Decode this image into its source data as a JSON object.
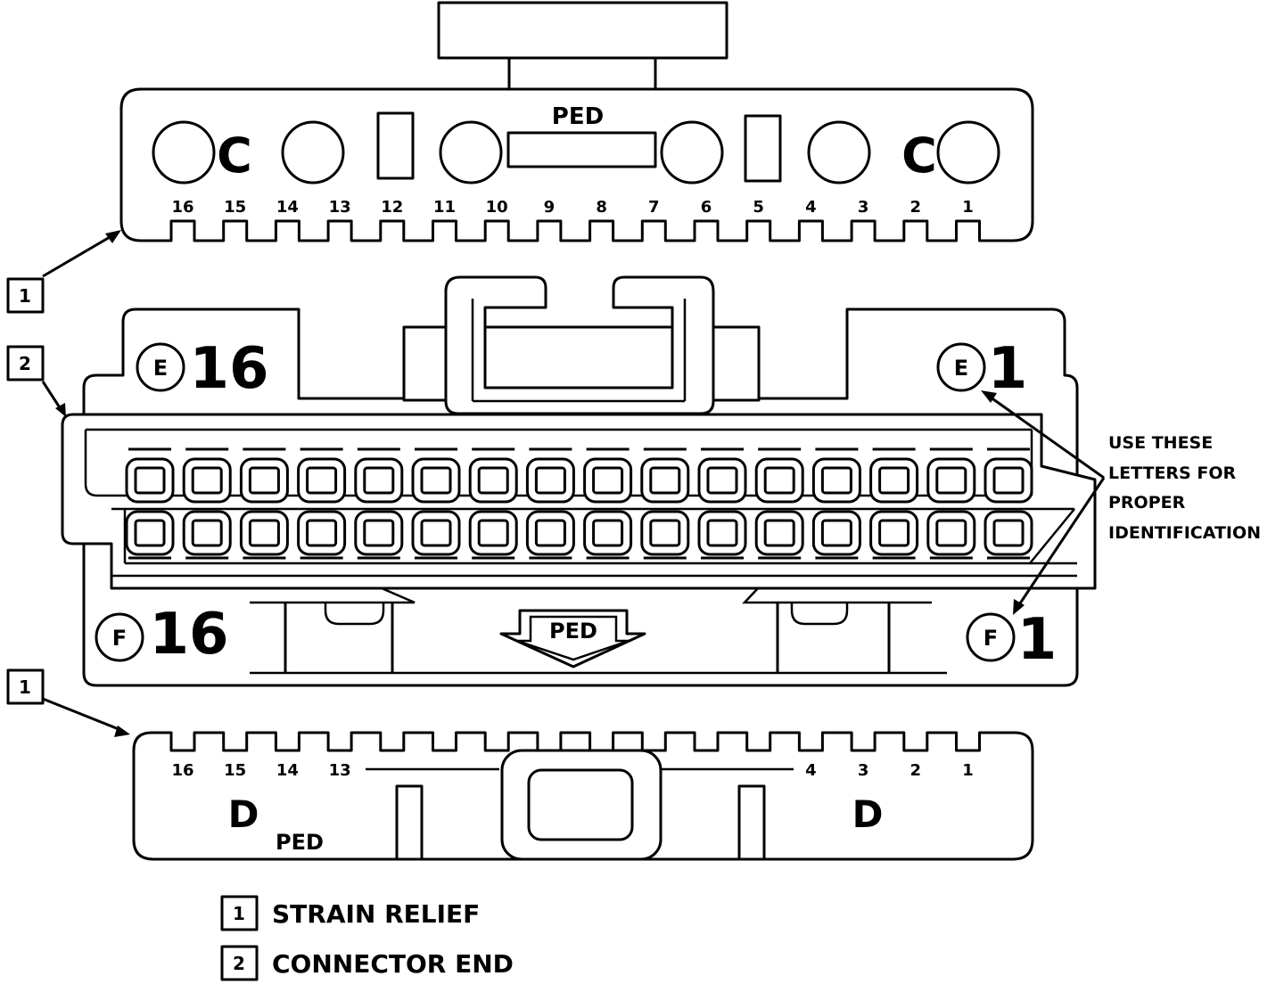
{
  "top_strain_relief": {
    "ped_label": "PED",
    "letter_left": "C",
    "letter_right": "C",
    "pin_numbers": [
      "16",
      "15",
      "14",
      "13",
      "12",
      "11",
      "10",
      "9",
      "8",
      "7",
      "6",
      "5",
      "4",
      "3",
      "2",
      "1"
    ]
  },
  "connector_end": {
    "row_e_letter": "E",
    "row_e_left_number": "16",
    "row_e_right_number": "1",
    "row_f_letter": "F",
    "row_f_left_number": "16",
    "row_f_right_number": "1",
    "arrow_label": "PED",
    "cavities_per_row": 16
  },
  "bottom_strain_relief": {
    "letter_left": "D",
    "letter_right": "D",
    "ped_label": "PED",
    "pin_numbers_left": [
      "16",
      "15",
      "14",
      "13"
    ],
    "pin_numbers_right": [
      "4",
      "3",
      "2",
      "1"
    ]
  },
  "callouts": {
    "top_relief": "1",
    "connector_end": "2",
    "bottom_relief": "1"
  },
  "note": {
    "lines": [
      "USE THESE",
      "LETTERS FOR",
      "PROPER",
      "IDENTIFICATION"
    ]
  },
  "legend": [
    {
      "number": "1",
      "text": "STRAIN RELIEF"
    },
    {
      "number": "2",
      "text": "CONNECTOR END"
    }
  ]
}
